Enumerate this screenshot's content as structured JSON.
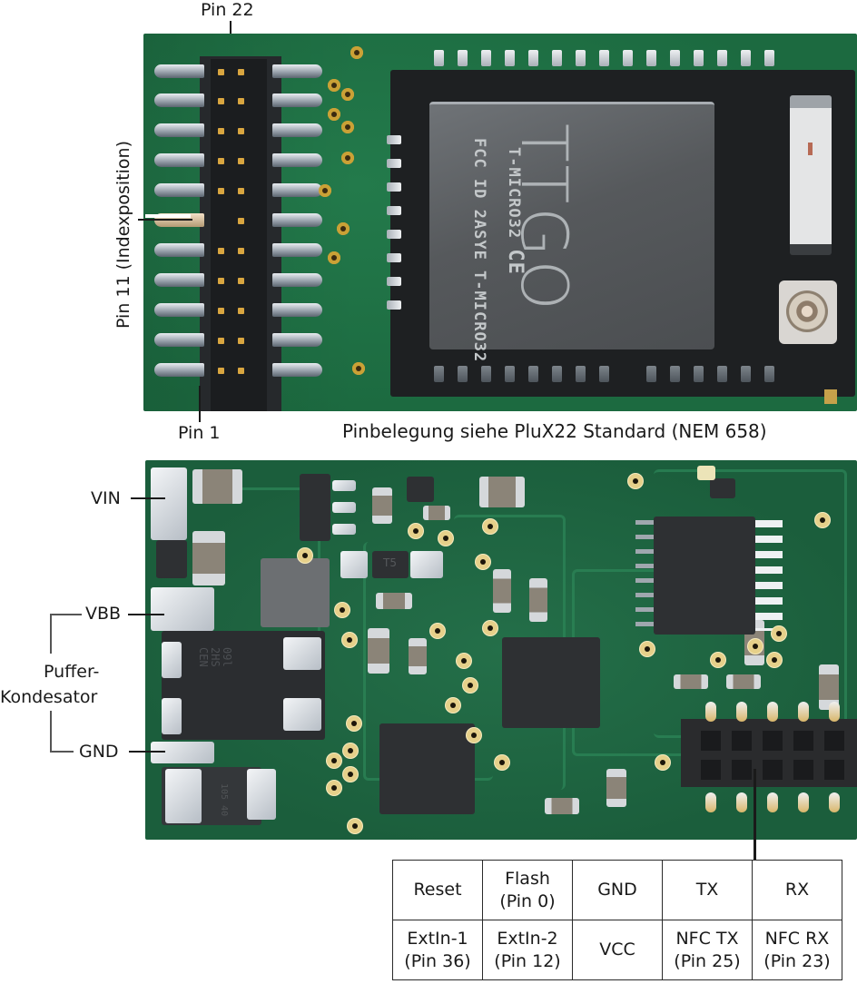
{
  "top_board": {
    "labels": {
      "pin_22": "Pin 22",
      "pin_1": "Pin 1",
      "pin_11": "Pin 11 (Indexposition)",
      "caption": "Pinbelegung siehe PluX22 Standard (NEM 658)"
    },
    "module": {
      "brand": "TTGO",
      "model_line": "T-MICRO32",
      "cert_line": "FCC ID 2ASYE T-MICRO32",
      "ce_mark": "CE"
    },
    "header_rows": 11,
    "header_columns": 2
  },
  "bottom_board": {
    "labels": {
      "vin": "VIN",
      "vbb": "VBB",
      "gnd": "GND",
      "puffer_line1": "Puffer-",
      "puffer_line2": "Kondesator"
    },
    "component_markings": {
      "main_cap_line1": "09l",
      "main_cap_line2": "2HS",
      "main_cap_line3": "CEN",
      "diode": "105 40",
      "small_ic": "T5"
    }
  },
  "pin_table": {
    "rows": [
      [
        {
          "line1": "Reset",
          "line2": ""
        },
        {
          "line1": "Flash",
          "line2": "(Pin 0)"
        },
        {
          "line1": "GND",
          "line2": ""
        },
        {
          "line1": "TX",
          "line2": ""
        },
        {
          "line1": "RX",
          "line2": ""
        }
      ],
      [
        {
          "line1": "ExtIn-1",
          "line2": "(Pin 36)"
        },
        {
          "line1": "ExtIn-2",
          "line2": "(Pin 12)"
        },
        {
          "line1": "VCC",
          "line2": ""
        },
        {
          "line1": "NFC TX",
          "line2": "(Pin 25)"
        },
        {
          "line1": "NFC RX",
          "line2": "(Pin 23)"
        }
      ]
    ]
  },
  "colors": {
    "pcb_green": "#1f6e44",
    "text": "#1a1a1a",
    "gold": "#d9a93a",
    "background": "#ffffff"
  }
}
